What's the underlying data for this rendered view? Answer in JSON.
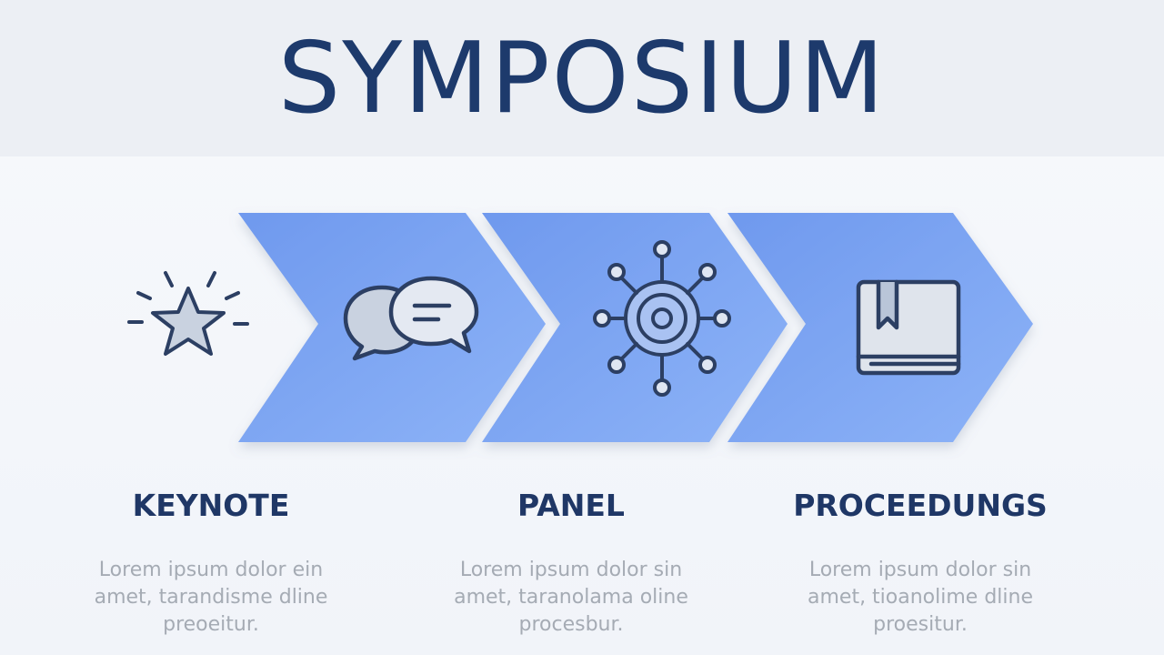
{
  "title": "SYMPOSIUM",
  "steps": [
    {
      "label": "KEYNOTE",
      "icon": "star-icon",
      "description": "Lorem ipsum dolor ein\namet, tarandisme dline\npreoeitur."
    },
    {
      "label": "PANEL",
      "icon": "chat-bubbles-icon",
      "description": "Lorem ipsum dolor sin\namet, taranolama oline\nprocesbur."
    },
    {
      "label": "PROCEEDUNGS",
      "icon": "network-hub-icon",
      "description": "Lorem ipsum dolor sin\namet, tioanolime dline\nproesitur."
    },
    {
      "icon": "book-icon"
    }
  ],
  "colors": {
    "title": "#1d3a6c",
    "chevron": "#7ea6f3",
    "icon_stroke": "#2c3f63",
    "icon_fill": "#c9d2e0"
  }
}
